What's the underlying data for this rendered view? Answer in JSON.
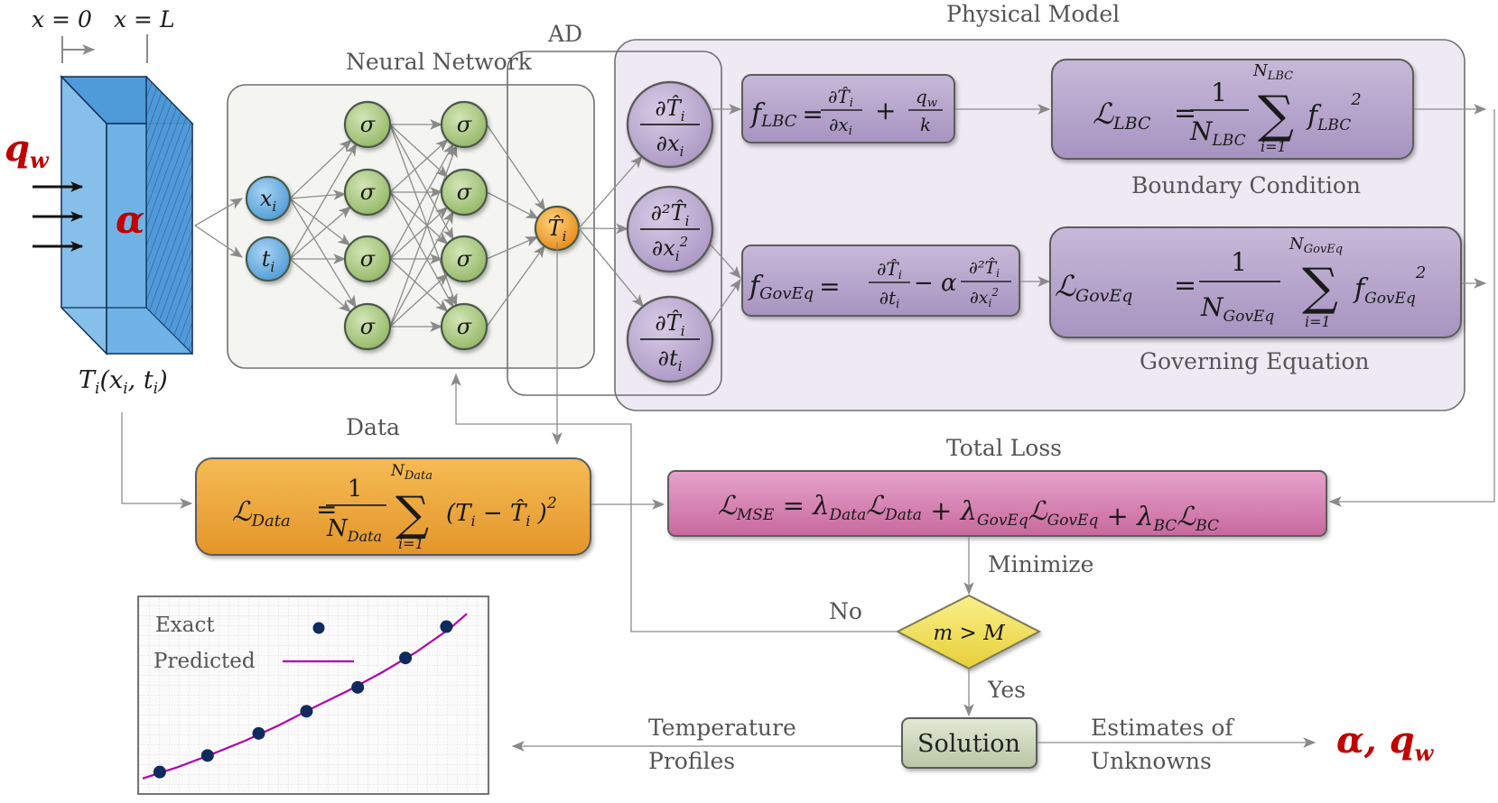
{
  "header_labels": {
    "x0": "x = 0",
    "xL": "x = L",
    "neural_network": "Neural Network",
    "ad": "AD",
    "physical_model": "Physical Model",
    "data": "Data",
    "total_loss": "Total Loss",
    "boundary_condition": "Boundary Condition",
    "governing_equation": "Governing Equation"
  },
  "slab": {
    "heat_flux": "q",
    "heat_flux_sub": "w",
    "diffusivity": "α",
    "measurement": "T",
    "measurement_sub": "i",
    "measurement_args": "(x",
    "measurement_args_sub1": "i",
    "measurement_args_mid": ", t",
    "measurement_args_sub2": "i",
    "measurement_close": ")",
    "colors": {
      "front": "#6fb3e6",
      "side": "#4f9ad8",
      "top": "#5aa6e0",
      "accent_red": "#c00000"
    }
  },
  "network": {
    "inputs": [
      {
        "symbol": "x",
        "sub": "i"
      },
      {
        "symbol": "t",
        "sub": "i"
      }
    ],
    "hidden_layers": [
      [
        "σ",
        "σ",
        "σ",
        "σ"
      ],
      [
        "σ",
        "σ",
        "σ",
        "σ"
      ]
    ],
    "output": {
      "symbol": "T̂",
      "sub": "i"
    },
    "colors": {
      "input": "#6fb4e4",
      "hidden": "#a9c77f",
      "output": "#f0a332"
    }
  },
  "derivatives": [
    {
      "num": "∂T̂",
      "num_sub": "i",
      "den": "∂x",
      "den_sub": "i",
      "den_sup": ""
    },
    {
      "num": "∂²T̂",
      "num_sub": "i",
      "den": "∂x",
      "den_sub": "i",
      "den_sup": "2"
    },
    {
      "num": "∂T̂",
      "num_sub": "i",
      "den": "∂t",
      "den_sub": "i",
      "den_sup": ""
    }
  ],
  "residuals": {
    "lbc": {
      "lhs": "f",
      "lhs_sub": "LBC",
      "eq": "=",
      "t1_num": "∂T̂",
      "t1_num_sub": "i",
      "t1_den": "∂x",
      "t1_den_sub": "i",
      "op": "+",
      "t2_num": "q",
      "t2_num_sub": "w",
      "t2_den": "k"
    },
    "goveq": {
      "lhs": "f",
      "lhs_sub": "GovEq",
      "eq": "=",
      "t1_num": "∂T̂",
      "t1_num_sub": "i",
      "t1_den": "∂t",
      "t1_den_sub": "i",
      "op": "− α",
      "t2_num": "∂²T̂",
      "t2_num_sub": "i",
      "t2_den": "∂x",
      "t2_den_sub": "i",
      "t2_den_sup": "2"
    }
  },
  "losses": {
    "lbc": {
      "lhs": "ℒ",
      "lhs_sub": "LBC",
      "one": "1",
      "N": "N",
      "N_sub": "LBC",
      "sum_top": "N",
      "sum_top_sub": "LBC",
      "sum_bottom": "i=1",
      "term": "f",
      "term_sub": "LBC",
      "term_sup": "2"
    },
    "goveq": {
      "lhs": "ℒ",
      "lhs_sub": "GovEq",
      "one": "1",
      "N": "N",
      "N_sub": "GovEq",
      "sum_top": "N",
      "sum_top_sub": "GovEq",
      "sum_bottom": "i=1",
      "term": "f",
      "term_sub": "GovEq",
      "term_sup": "2"
    },
    "data": {
      "lhs": "ℒ",
      "lhs_sub": "Data",
      "one": "1",
      "N": "N",
      "N_sub": "Data",
      "sum_top": "N",
      "sum_top_sub": "Data",
      "sum_bottom": "i=1",
      "term": "(T",
      "term_sub": "i",
      "term_mid": " − T̂",
      "term_sub2": "i",
      "term_close": " )",
      "term_sup": "2"
    },
    "total": {
      "lhs": "ℒ",
      "lhs_sub": "MSE",
      "eq": "=",
      "terms": [
        {
          "lam": "λ",
          "lam_sub": "Data",
          "L": "ℒ",
          "L_sub": "Data"
        },
        {
          "lam": "λ",
          "lam_sub": "GovEq",
          "L": "ℒ",
          "L_sub": "GovEq"
        },
        {
          "lam": "λ",
          "lam_sub": "BC",
          "L": "ℒ",
          "L_sub": "BC"
        }
      ],
      "plus": "+"
    }
  },
  "flow": {
    "minimize": "Minimize",
    "decision": "m > M",
    "no": "No",
    "yes": "Yes",
    "solution": "Solution",
    "temp_profiles_1": "Temperature",
    "temp_profiles_2": "Profiles",
    "estimates_1": "Estimates of",
    "estimates_2": "Unknowns",
    "unknowns": "α, q",
    "unknowns_sub": "w"
  },
  "colors": {
    "physical_box": "#efe9f3",
    "nn_box": "#f4f4f0",
    "purple_box": "#b4a3c9",
    "pink_box": "#d47fae",
    "orange_box": "#eea23a",
    "decision": "#f2e15a",
    "solution": "#ccd7bd",
    "curve": "#b000b0",
    "dot": "#0f2a5e"
  },
  "chart_data": {
    "type": "scatter",
    "title": "",
    "xlabel": "",
    "ylabel": "",
    "grid": true,
    "legend": [
      {
        "label": "Exact",
        "marker": "dot"
      },
      {
        "label": "Predicted",
        "marker": "line"
      }
    ],
    "legend_position": "top-left",
    "xlim": [
      0,
      10
    ],
    "ylim": [
      0,
      10
    ],
    "exact_points": {
      "x": [
        0.5,
        1.9,
        3.4,
        4.8,
        6.3,
        7.7,
        8.9
      ],
      "y": [
        0.8,
        1.7,
        2.9,
        4.1,
        5.4,
        7.0,
        8.7
      ]
    },
    "predicted_curve": {
      "x": [
        0,
        1,
        2,
        3,
        4,
        5,
        6,
        7,
        8,
        9,
        9.5
      ],
      "y": [
        0.45,
        1.05,
        1.75,
        2.5,
        3.35,
        4.3,
        5.2,
        6.2,
        7.3,
        8.6,
        9.4
      ]
    }
  }
}
